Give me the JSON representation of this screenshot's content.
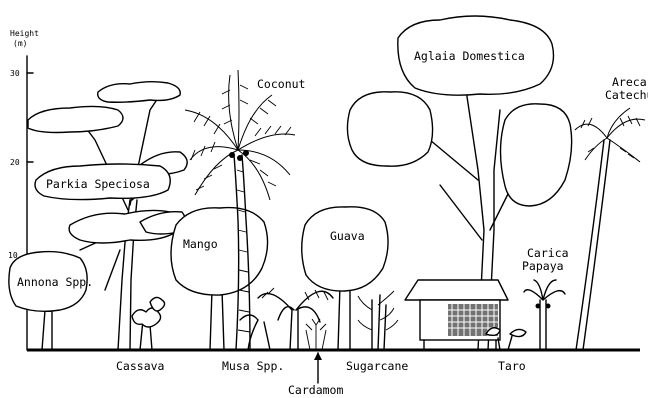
{
  "axis": {
    "title_line1": "Height",
    "title_line2": "(m)",
    "ticks": [
      "30",
      "20",
      "10"
    ]
  },
  "plants": {
    "coconut": "Coconut",
    "aglaia": "Aglaia Domestica",
    "areca_line1": "Areca",
    "areca_line2": "Catechu",
    "parkia": "Parkia Speciosa",
    "mango": "Mango",
    "guava": "Guava",
    "carica_line1": "Carica",
    "carica_line2": "Papaya",
    "annona": "Annona Spp.",
    "cassava": "Cassava",
    "musa": "Musa Spp.",
    "sugarcane": "Sugarcane",
    "taro": "Taro",
    "cardamom": "Cardamom"
  }
}
